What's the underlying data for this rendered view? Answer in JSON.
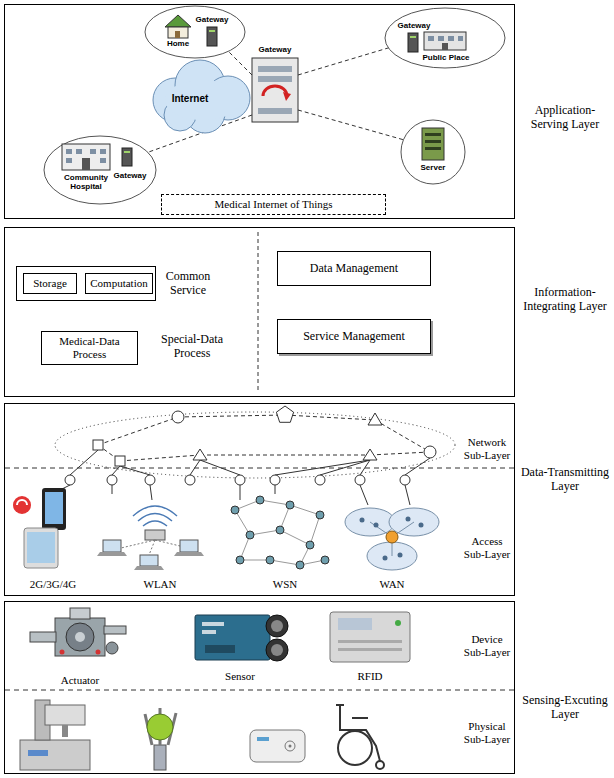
{
  "diagram": {
    "nodes": [
      {
        "text": [
          "Application-Serving Layer"
        ]
      },
      {
        "text": [
          "Medical Internet of Things"
        ],
        "in": 0
      },
      {
        "text": [
          "Information-Integrating Layer"
        ]
      },
      {
        "text": [
          "Common Service"
        ],
        "in": 2
      },
      {
        "text": [
          "Storage"
        ],
        "in": 3
      },
      {
        "text": [
          "Computation"
        ],
        "in": 3
      },
      {
        "text": [
          "Medical-Data Process"
        ],
        "in": 2
      },
      {
        "text": [
          "Data Management"
        ],
        "in": 2
      },
      {
        "text": [
          "Service Management"
        ],
        "in": 2
      },
      {
        "text": [
          "Data-Transmitting Layer"
        ]
      },
      {
        "text": [
          "Sensing-Excuting Layer"
        ]
      }
    ],
    "labels": [
      "Home",
      "Gateway",
      "Gateway",
      "Public Place",
      "Gateway",
      "Internet",
      "Server",
      "Gateway",
      "Community Hospital",
      "Special-Data Process",
      "Network Sub-Layer",
      "Access Sub-Layer",
      "2G/3G/4G",
      "WLAN",
      "WSN",
      "WAN",
      "Actuator",
      "Sensor",
      "RFID",
      "Device Sub-Layer",
      "Physical Sub-Layer"
    ]
  }
}
